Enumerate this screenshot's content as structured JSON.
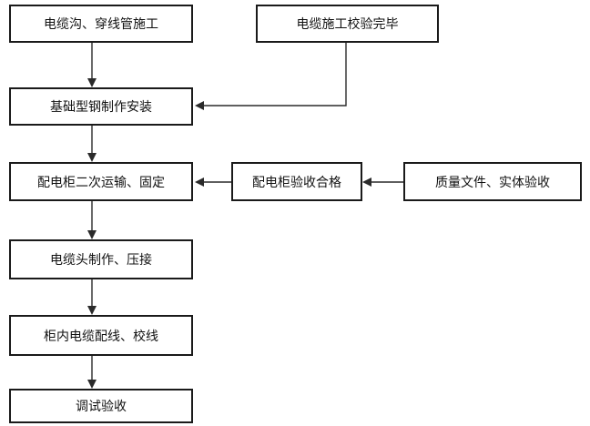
{
  "nodes": {
    "cable_trench": "电缆沟、穿线管施工",
    "cable_done": "电缆施工校验完毕",
    "base_steel": "基础型钢制作安装",
    "cabinet_transport": "配电柜二次运输、固定",
    "cabinet_accept": "配电柜验收合格",
    "quality_docs": "质量文件、实体验收",
    "cable_head": "电缆头制作、压接",
    "wiring": "柜内电缆配线、校线",
    "debug": "调试验收"
  },
  "colors": {
    "line": "#2a2a2a",
    "border": "#1a1a1a",
    "text": "#111111"
  }
}
